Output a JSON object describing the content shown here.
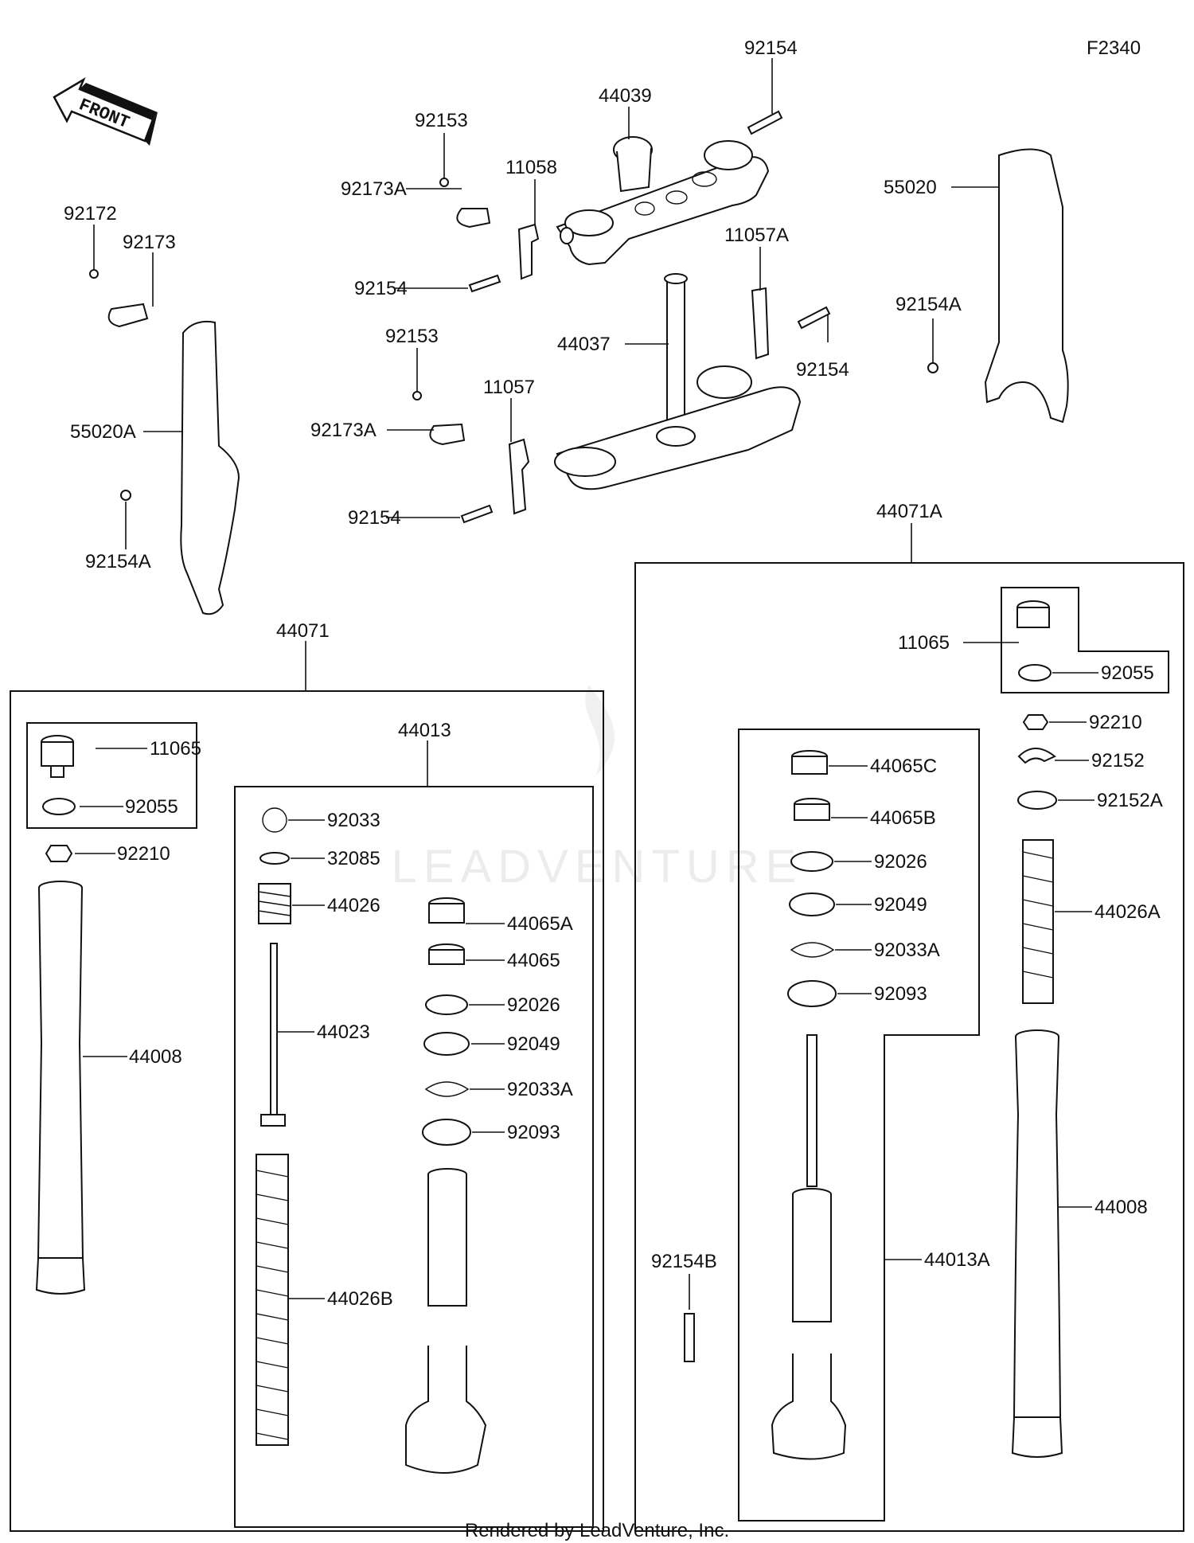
{
  "figure_code": "F2340",
  "front_label": "FRONT",
  "footer": "Rendered by LeadVenture, Inc.",
  "watermark": "LEADVENTURE",
  "labels": {
    "p92154_top": "92154",
    "p44039": "44039",
    "p92153_a": "92153",
    "p11058": "11058",
    "p92173A_a": "92173A",
    "p92154_a": "92154",
    "p11057A": "11057A",
    "p44037": "44037",
    "p92154_b": "92154",
    "p92153_b": "92153",
    "p11057": "11057",
    "p92173A_b": "92173A",
    "p92154_c": "92154",
    "p92172": "92172",
    "p92173": "92173",
    "p55020A": "55020A",
    "p92154A_l": "92154A",
    "p55020": "55020",
    "p92154A_r": "92154A",
    "p44071A": "44071A",
    "p44071": "44071",
    "p11065_l": "11065",
    "p92055_l": "92055",
    "p92210_l": "92210",
    "p44008_l": "44008",
    "p44013": "44013",
    "p92033": "92033",
    "p32085": "32085",
    "p44026": "44026",
    "p44023": "44023",
    "p44026B": "44026B",
    "p44065A": "44065A",
    "p44065": "44065",
    "p92026_l": "92026",
    "p92049_l": "92049",
    "p92033A_l": "92033A",
    "p92093_l": "92093",
    "p11065_r": "11065",
    "p92055_r": "92055",
    "p92210_r": "92210",
    "p92152": "92152",
    "p92152A": "92152A",
    "p44026A": "44026A",
    "p44008_r": "44008",
    "p44065C": "44065C",
    "p44065B": "44065B",
    "p92026_r": "92026",
    "p92049_r": "92049",
    "p92033A_r": "92033A",
    "p92093_r": "92093",
    "p44013A": "44013A",
    "p92154B": "92154B"
  }
}
